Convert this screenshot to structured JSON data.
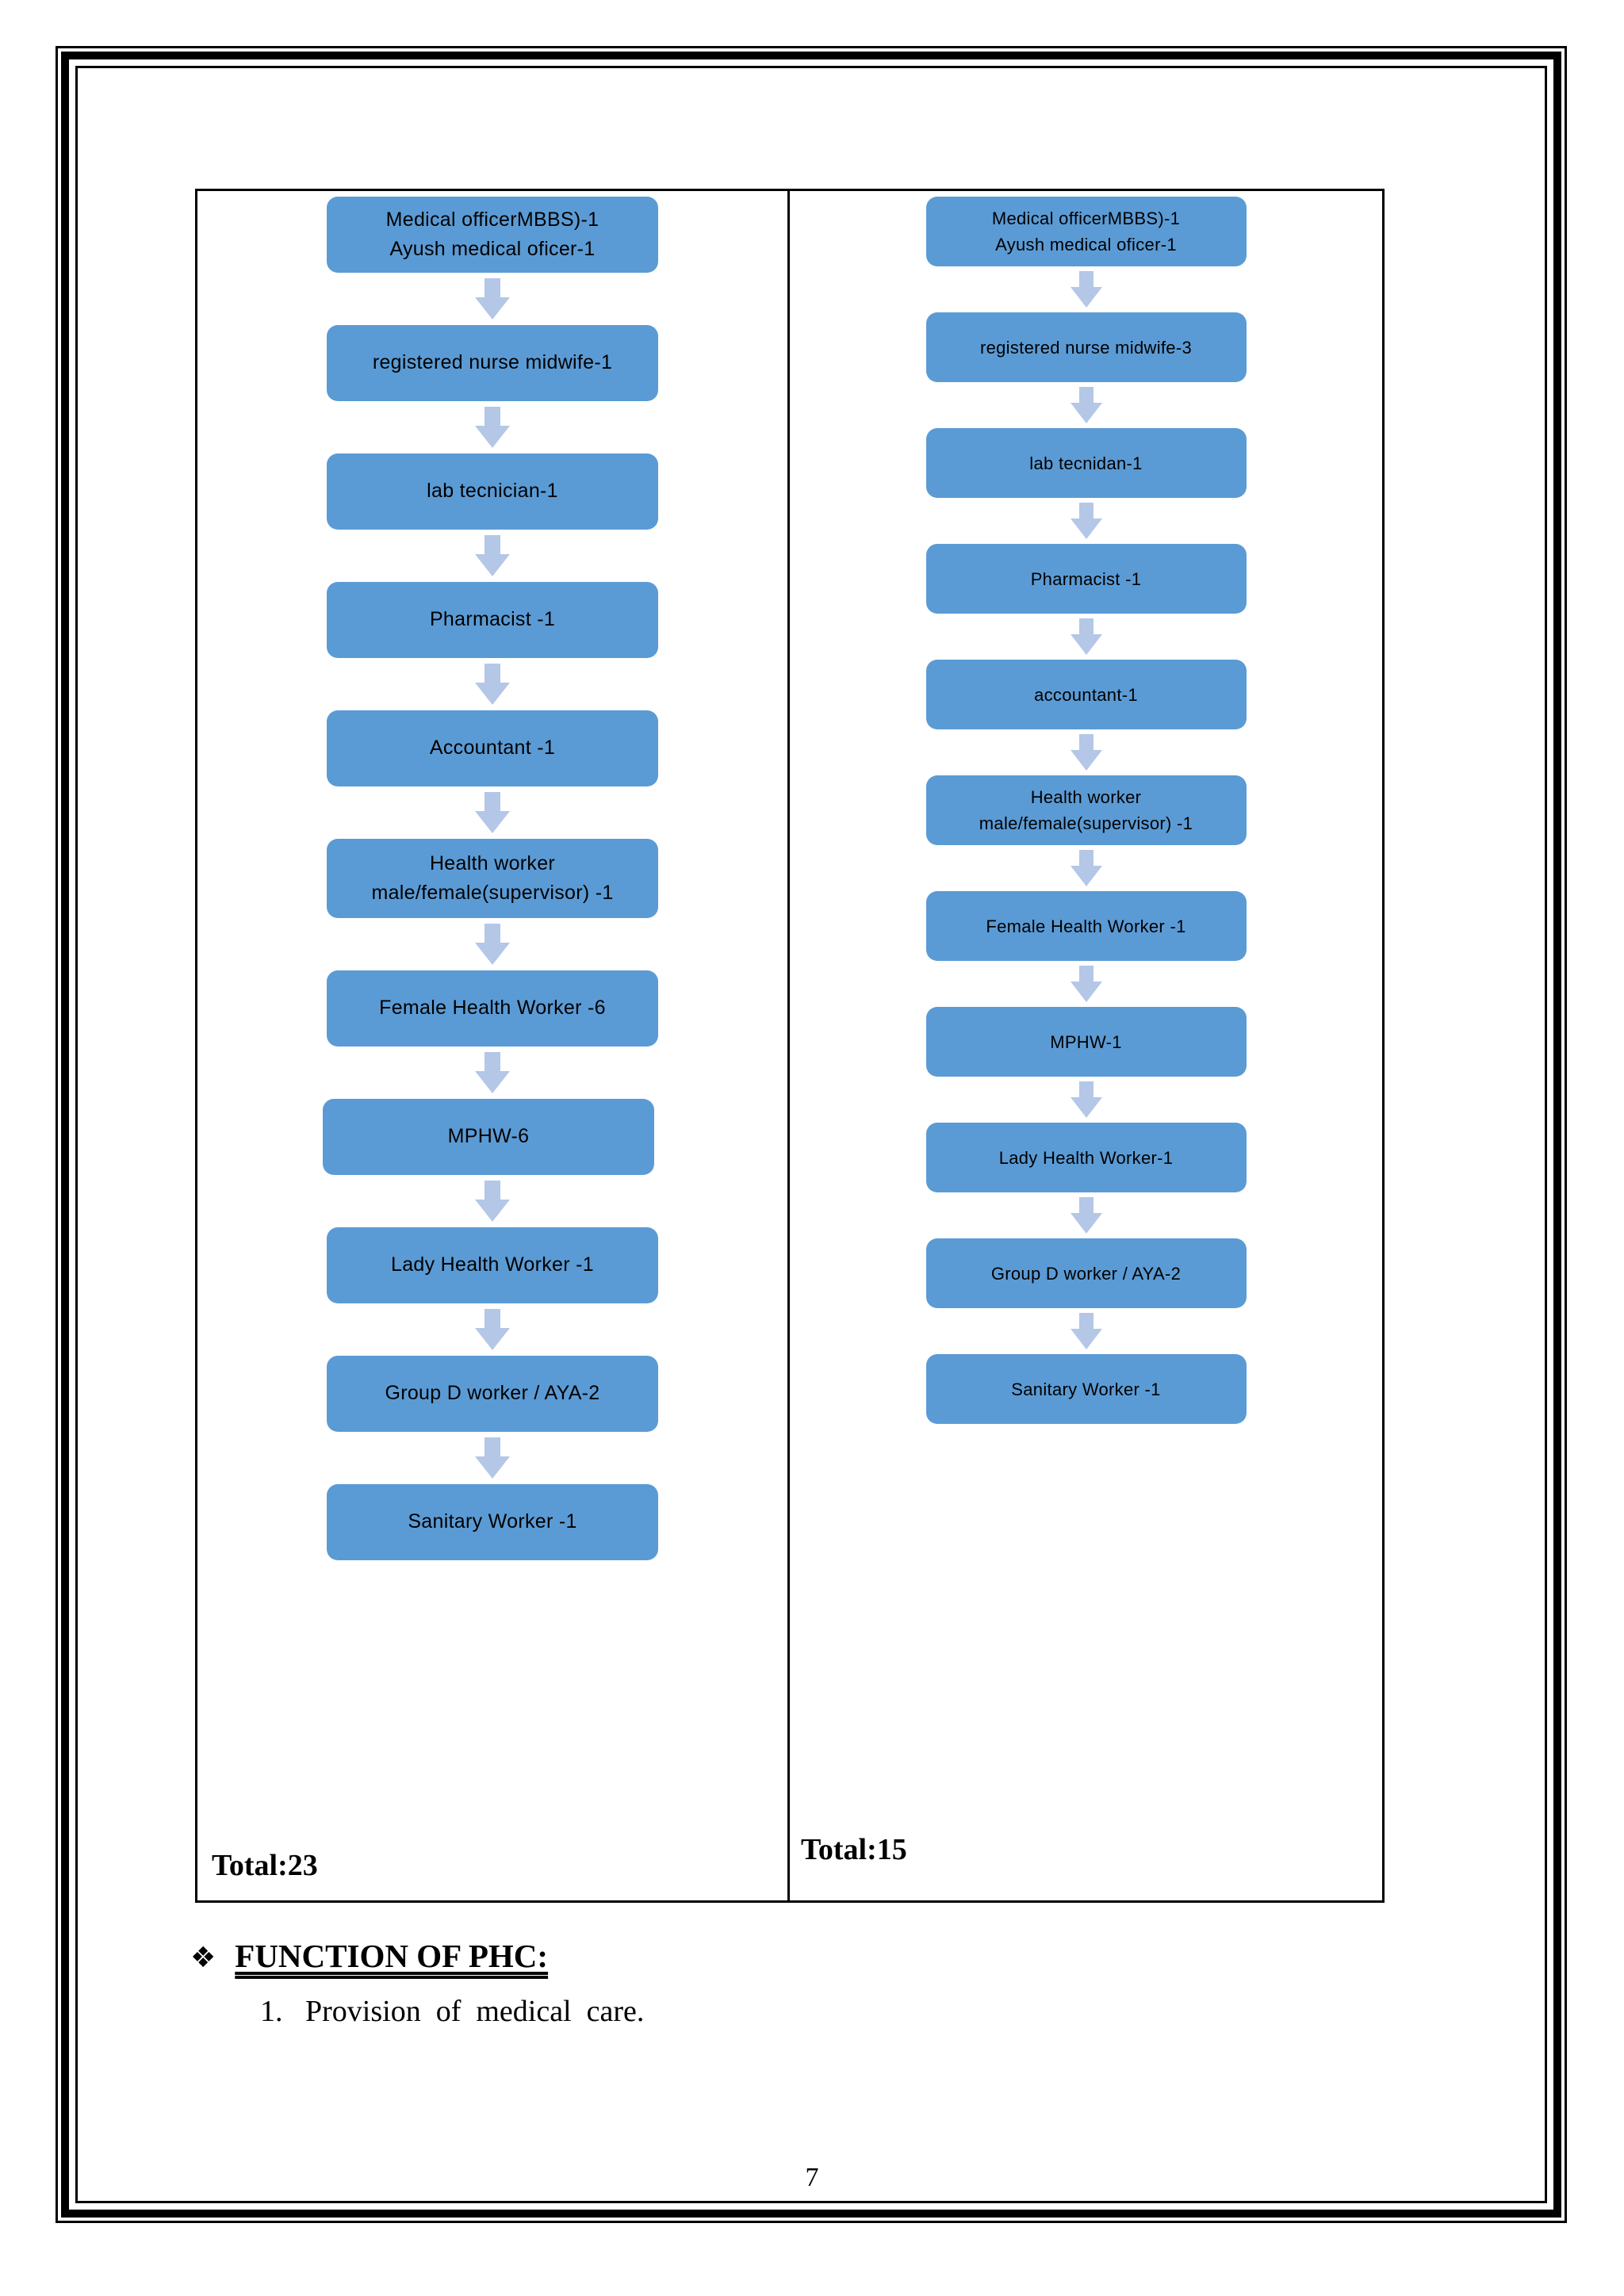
{
  "document": {
    "page_number": "7"
  },
  "table": {
    "columns": [
      {
        "id": "column-left",
        "total_label": "Total:23",
        "nodes": [
          {
            "lines": [
              "Medical officerMBBS)-1",
              "Ayush medical oficer-1"
            ]
          },
          {
            "lines": [
              "registered nurse midwife-1"
            ]
          },
          {
            "lines": [
              "lab tecnician-1"
            ]
          },
          {
            "lines": [
              "Pharmacist -1"
            ]
          },
          {
            "lines": [
              "Accountant -1"
            ]
          },
          {
            "lines": [
              "Health worker",
              "male/female(supervisor)  -1"
            ]
          },
          {
            "lines": [
              "Female Health Worker -6"
            ]
          },
          {
            "lines": [
              "MPHW-6"
            ]
          },
          {
            "lines": [
              "Lady Health Worker -1"
            ]
          },
          {
            "lines": [
              "Group D worker  / AYA-2"
            ]
          },
          {
            "lines": [
              "Sanitary Worker -1"
            ]
          }
        ]
      },
      {
        "id": "column-right",
        "total_label": "Total:15",
        "nodes": [
          {
            "lines": [
              "Medical officerMBBS)-1",
              "Ayush medical oficer-1"
            ]
          },
          {
            "lines": [
              "registered nurse midwife-3"
            ]
          },
          {
            "lines": [
              "lab tecnidan-1"
            ]
          },
          {
            "lines": [
              "Pharmacist -1"
            ]
          },
          {
            "lines": [
              "accountant-1"
            ]
          },
          {
            "lines": [
              "Health worker",
              "male/female(supervisor)  -1"
            ]
          },
          {
            "lines": [
              "Female Health Worker -1"
            ]
          },
          {
            "lines": [
              "MPHW-1"
            ]
          },
          {
            "lines": [
              "Lady Health Worker-1"
            ]
          },
          {
            "lines": [
              "Group D worker / AYA-2"
            ]
          },
          {
            "lines": [
              "Sanitary Worker -1"
            ]
          }
        ]
      }
    ]
  },
  "section": {
    "bullet": "❖",
    "heading": "FUNCTION OF PHC:",
    "items": [
      "1.   Provision  of  medical  care."
    ]
  },
  "colors": {
    "node_fill": "#5B9BD5",
    "arrow_fill": "#B4C7E7",
    "border": "#000000",
    "text": "#000000"
  }
}
